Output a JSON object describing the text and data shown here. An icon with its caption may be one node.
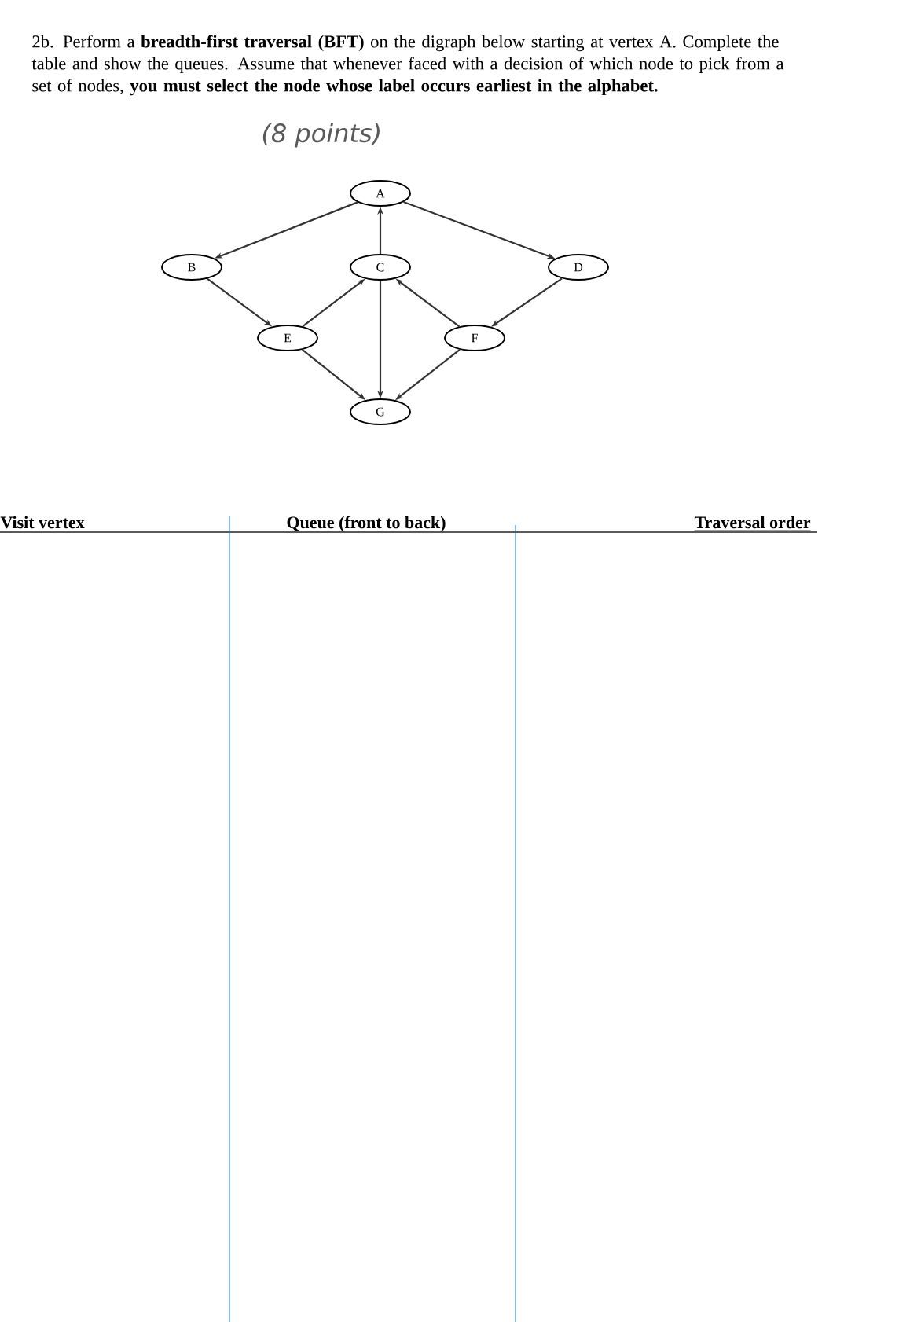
{
  "diagram": {
    "title": "2b. Perform a **breadth-first traversal (BFT)** on the digraph below starting at vertex A. Complete the table and show the queues. Assume that whenever faced with a decision of which node to pick from a set of nodes, **you must select the node whose label occurs earliest in the alphabet.**",
    "nodes": [
      {
        "text": [
          "A"
        ]
      },
      {
        "text": [
          "B"
        ]
      },
      {
        "text": [
          "C"
        ]
      },
      {
        "text": [
          "D"
        ]
      },
      {
        "text": [
          "E"
        ]
      },
      {
        "text": [
          "F"
        ]
      },
      {
        "text": [
          "G"
        ]
      }
    ],
    "edges": [
      {
        "from": 0,
        "to": 1,
        "arrow": "to"
      },
      {
        "from": 0,
        "to": 3,
        "arrow": "to"
      },
      {
        "from": 2,
        "to": 0,
        "arrow": "to"
      },
      {
        "from": 1,
        "to": 4,
        "arrow": "to"
      },
      {
        "from": 4,
        "to": 2,
        "arrow": "to"
      },
      {
        "from": 2,
        "to": 6,
        "arrow": "to"
      },
      {
        "from": 3,
        "to": 5,
        "arrow": "to"
      },
      {
        "from": 5,
        "to": 2,
        "arrow": "to"
      },
      {
        "from": 4,
        "to": 6,
        "arrow": "to"
      },
      {
        "from": 5,
        "to": 6,
        "arrow": "to"
      }
    ],
    "labels": [
      "(8 points)",
      "Visit vertex",
      "Queue (front to back)",
      "Traversal order"
    ]
  }
}
